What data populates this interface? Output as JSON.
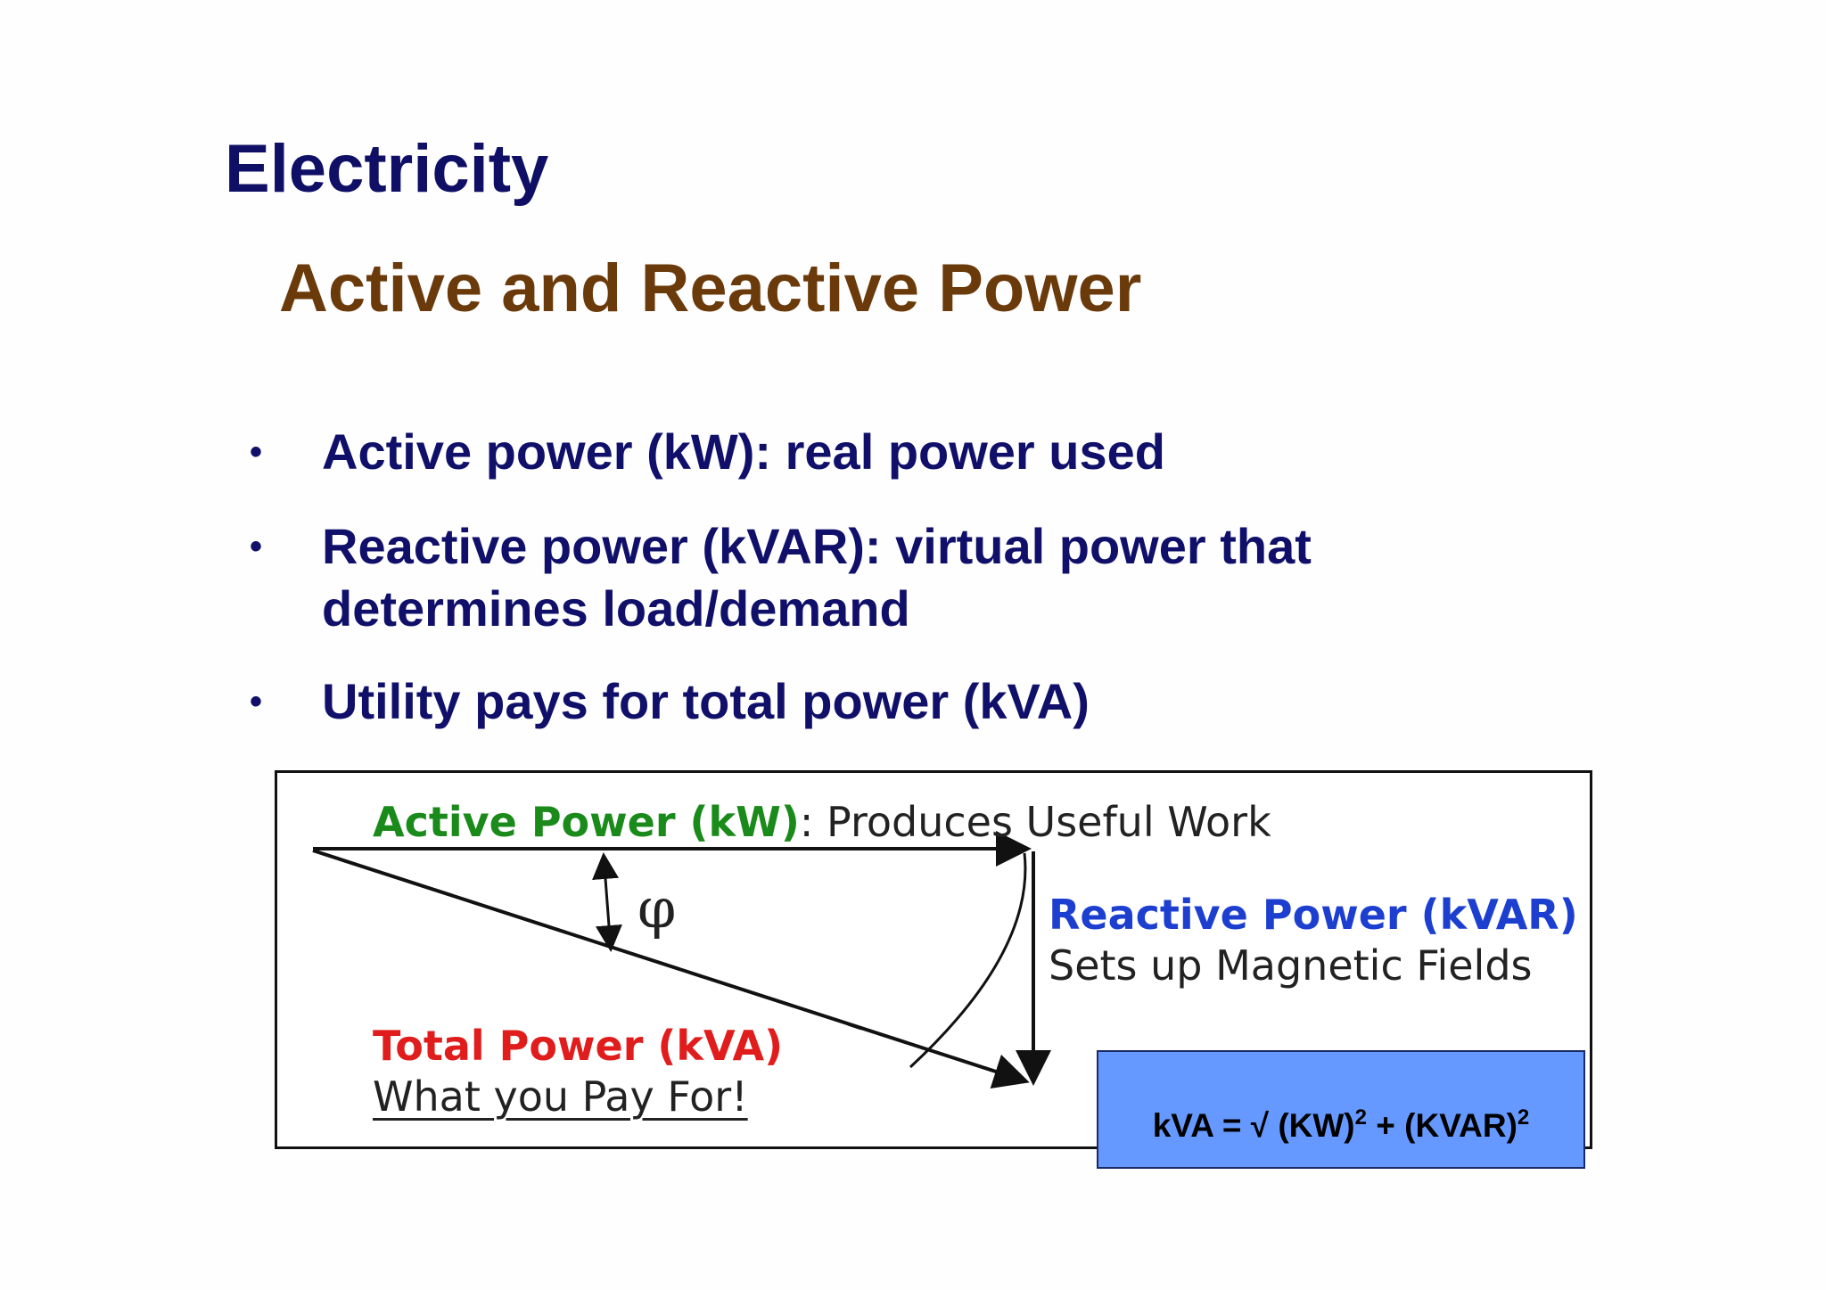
{
  "slide": {
    "title": "Electricity",
    "subtitle": "Active and Reactive Power",
    "bullets": [
      {
        "marker": "•",
        "text": "Active power (kW): real power used"
      },
      {
        "marker": "•",
        "text": "Reactive power (kVAR): virtual power that\ndetermines load/demand"
      },
      {
        "marker": "•",
        "text": "Utility pays for total power (kVA)"
      }
    ],
    "colors": {
      "title": "#0f0f66",
      "subtitle": "#6b3a0b",
      "bullets": "#10106a",
      "active": "#1a8a1a",
      "reactive": "#1d3fd0",
      "total": "#e01c1c",
      "formula_box": "#6699ff"
    }
  },
  "diagram": {
    "active_power_label": "Active Power (kW)",
    "active_power_desc": ": Produces Useful Work",
    "reactive_power_label": "Reactive Power (kVAR)",
    "reactive_power_desc": "Sets up Magnetic Fields",
    "total_power_label": "Total Power (kVA)",
    "total_power_desc": "What you Pay For!",
    "angle_symbol": "φ"
  },
  "formula": {
    "lhs": "kVA = √ (KW)",
    "exp1": "2",
    "mid": " + (KVAR)",
    "exp2": "2"
  }
}
